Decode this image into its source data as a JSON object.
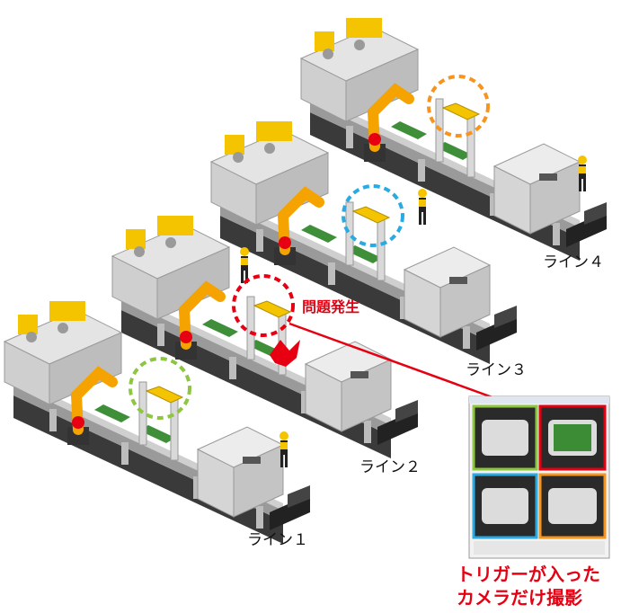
{
  "labels": {
    "line1": "ライン１",
    "line2": "ライン２",
    "line3": "ライン３",
    "line4": "ライン４",
    "problem": "問題発生",
    "caption_line1": "トリガーが入った",
    "caption_line2": "カメラだけ撮影"
  },
  "colors": {
    "line1_ring": "#8dc63f",
    "line2_ring": "#e60012",
    "line3_ring": "#29abe2",
    "line4_ring": "#f7941d",
    "arrow": "#e60012",
    "robot": "#f5a300",
    "belt": "#3a3a3a"
  },
  "icons": [
    "robot-arm-icon",
    "camera-icon",
    "worker-icon",
    "inspection-machine-icon",
    "alert-chip-icon"
  ]
}
